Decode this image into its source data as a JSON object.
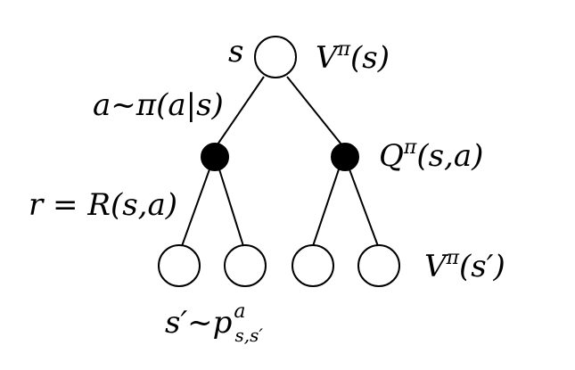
{
  "labels": {
    "root_state": "s",
    "root_value_base": "V",
    "root_value_sup": "π",
    "root_value_arg": "(s)",
    "policy_action": "a~π(a|s)",
    "reward": "r = R(s,a)",
    "qvalue_base": "Q",
    "qvalue_sup": "π",
    "qvalue_arg": "(s,a)",
    "leaf_value_base": "V",
    "leaf_value_sup": "π",
    "leaf_value_arg": "(s′)",
    "transition_lhs": "s′~p",
    "transition_sup": "a",
    "transition_sub": "s,s′"
  },
  "colors": {
    "line": "#000000",
    "open_node_fill": "#ffffff",
    "action_node_fill": "#000000",
    "background": "#ffffff"
  }
}
